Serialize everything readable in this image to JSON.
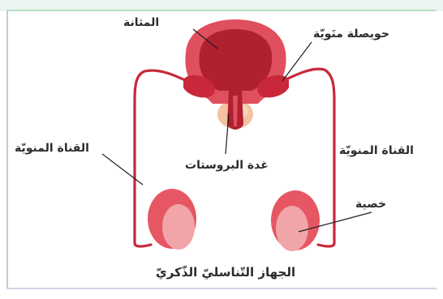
{
  "diagram": {
    "labels": {
      "bladder": "المثانة",
      "seminal_vesicle": "حويصلة منَويّة",
      "vas_deferens_left": "القناة المنويّة",
      "vas_deferens_right": "القناة المنويّة",
      "prostate": "غدة البروستات",
      "testis": "خصية"
    },
    "caption": "الجهاز التّناسليّ الذّكريّ"
  },
  "colors": {
    "bladder_outer": "#e04f5d",
    "bladder_inner": "#b0202f",
    "duct": "#c8283a",
    "prostate": "#f3c2a0",
    "testis_main": "#e65763",
    "testis_light": "#f2a5a8",
    "leader": "#1e1e1e"
  }
}
